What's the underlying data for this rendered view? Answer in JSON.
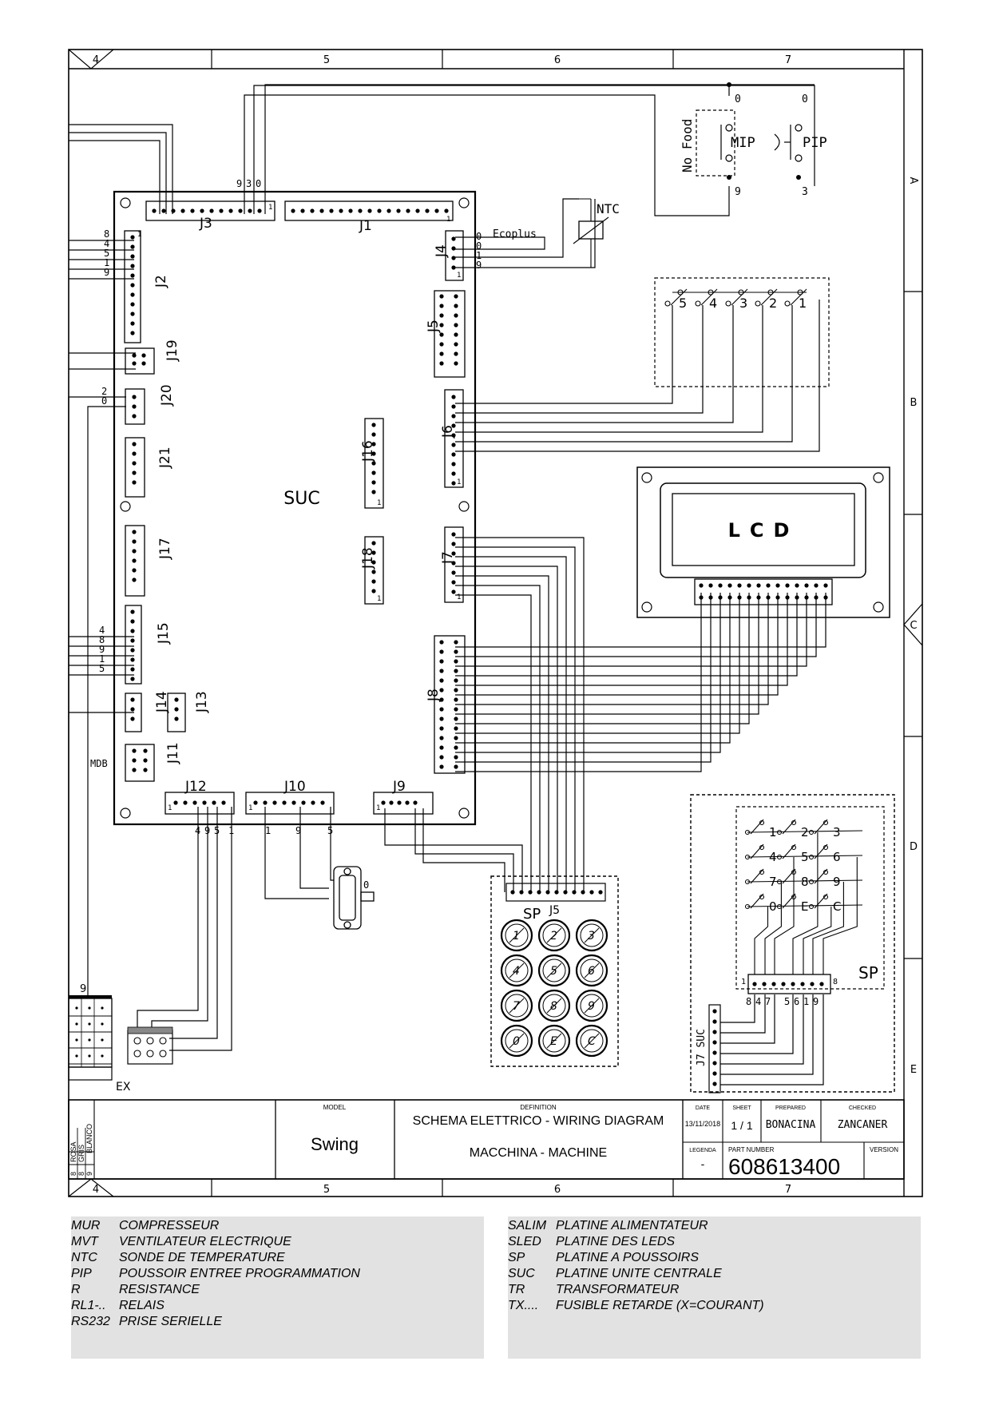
{
  "frame": {
    "columns": [
      "4",
      "5",
      "6",
      "7"
    ],
    "rows": [
      "A",
      "B",
      "C",
      "D",
      "E"
    ]
  },
  "board": {
    "name": "SUC",
    "connectors": {
      "j3": "J3",
      "j1": "J1",
      "j4": "J4",
      "j2": "J2",
      "j5": "J5",
      "j19": "J19",
      "j20": "J20",
      "j21": "J21",
      "j16": "J16",
      "j6": "J6",
      "j17": "J17",
      "j18": "J18",
      "j7": "J7",
      "j15": "J15",
      "j8": "J8",
      "j14": "J14",
      "j13": "J13",
      "j11": "J11",
      "j12": "J12",
      "j10": "J10",
      "j9": "J9"
    },
    "mdb": "MDB",
    "pin_one": "1",
    "j2_pins": [
      "8",
      "4",
      "5",
      "1",
      "9"
    ],
    "j15_pins": [
      "4",
      "8",
      "9",
      "1",
      "5"
    ],
    "j20_pins": [
      "2",
      "0"
    ],
    "j3_pins": [
      "9",
      "3",
      "0"
    ],
    "j4_pins": [
      "0",
      "0",
      "1",
      "9"
    ],
    "j12_pins": [
      "4",
      "9",
      "5",
      "1"
    ],
    "j10_pins": [
      "1",
      "9",
      "5"
    ]
  },
  "ecoplus": "Ecoplus",
  "ntc": "NTC",
  "switches": {
    "mip": "MIP",
    "pip": "PIP",
    "no_food": "No Food",
    "mip_top": "0",
    "mip_bottom": "9",
    "pip_top": "0",
    "pip_bottom": "3"
  },
  "led_keys": [
    "5",
    "4",
    "3",
    "2",
    "1"
  ],
  "lcd": "LCD",
  "keypad": {
    "label": "SP",
    "connector": "J5",
    "buttons": [
      "1",
      "2",
      "3",
      "4",
      "5",
      "6",
      "7",
      "8",
      "9",
      "0",
      "E",
      "C"
    ]
  },
  "sp_board": {
    "label": "SP",
    "keys": [
      "1",
      "2",
      "3",
      "4",
      "5",
      "6",
      "7",
      "8",
      "9",
      "0",
      "E",
      "C"
    ],
    "connector_ends": [
      "1",
      "8"
    ],
    "pins": [
      "8",
      "4",
      "7",
      "5",
      "6",
      "1",
      "9"
    ],
    "j7_suc": "J7 SUC"
  },
  "serial_pin": "0",
  "ex": {
    "label": "EX",
    "pin": "9",
    "wires": [
      "BLANCO",
      "GRIS",
      "ROSA"
    ],
    "wire_pins": [
      "9",
      "8",
      "8"
    ]
  },
  "title_block": {
    "model_label": "MODEL",
    "model": "Swing",
    "definition_label": "DEFINITION",
    "definition_line1": "SCHEMA ELETTRICO - WIRING DIAGRAM",
    "definition_line2": "MACCHINA - MACHINE",
    "date_label": "DATE",
    "date": "13/11/2018",
    "sheet_label": "SHEET",
    "sheet": "1 / 1",
    "prepared_label": "PREPARED",
    "prepared": "BONACINA",
    "checked_label": "CHECKED",
    "checked": "ZANCANER",
    "legend_label": "LEGENDA",
    "legend_value": "-",
    "part_number_label": "PART NUMBER",
    "part_number": "608613400",
    "version_label": "VERSION"
  },
  "legend": {
    "left": [
      {
        "code": "MUR",
        "desc": "COMPRESSEUR"
      },
      {
        "code": "MVT",
        "desc": "VENTILATEUR ELECTRIQUE"
      },
      {
        "code": "NTC",
        "desc": "SONDE DE TEMPERATURE"
      },
      {
        "code": "PIP",
        "desc": "POUSSOIR ENTREE PROGRAMMATION"
      },
      {
        "code": "R",
        "desc": "RESISTANCE"
      },
      {
        "code": "RL1-..",
        "desc": "RELAIS"
      },
      {
        "code": "RS232",
        "desc": "PRISE SERIELLE"
      }
    ],
    "right": [
      {
        "code": "SALIM",
        "desc": "PLATINE ALIMENTATEUR"
      },
      {
        "code": "SLED",
        "desc": "PLATINE DES LEDS"
      },
      {
        "code": "SP",
        "desc": "PLATINE A POUSSOIRS"
      },
      {
        "code": "SUC",
        "desc": "PLATINE UNITE CENTRALE"
      },
      {
        "code": "TR",
        "desc": "TRANSFORMATEUR"
      },
      {
        "code": "TX....",
        "desc": "FUSIBLE RETARDE (X=COURANT)"
      }
    ]
  }
}
